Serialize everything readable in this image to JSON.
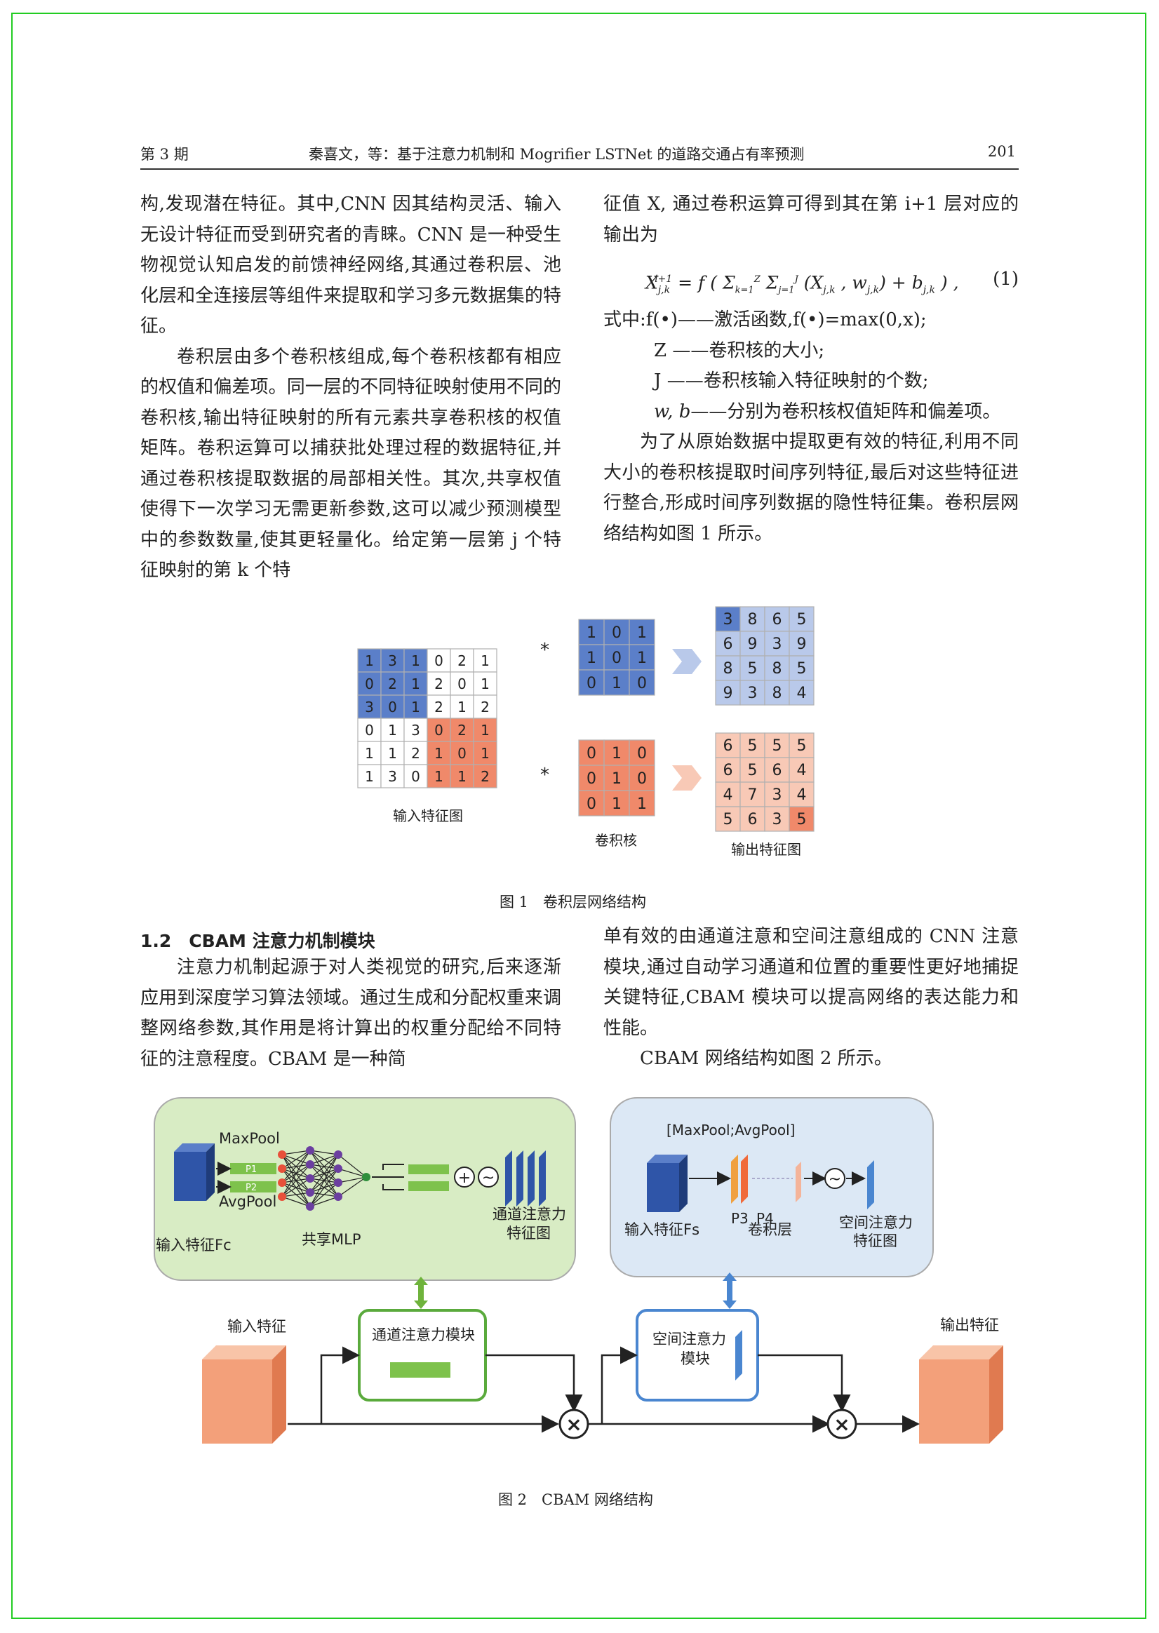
{
  "header": {
    "issue": "第 3 期",
    "title": "秦喜文，等：基于注意力机制和 Mogrifier LSTNet 的道路交通占有率预测",
    "page_number": "201"
  },
  "left_col": {
    "p1": "构,发现潜在特征。其中,CNN 因其结构灵活、输入无设计特征而受到研究者的青睐。CNN 是一种受生物视觉认知启发的前馈神经网络,其通过卷积层、池化层和全连接层等组件来提取和学习多元数据集的特征。",
    "p2": "卷积层由多个卷积核组成,每个卷积核都有相应的权值和偏差项。同一层的不同特征映射使用不同的卷积核,输出特征映射的所有元素共享卷积核的权值矩阵。卷积运算可以捕获批处理过程的数据特征,并通过卷积核提取数据的局部相关性。其次,共享权值使得下一次学习无需更新参数,这可以减少预测模型中的参数数量,使其更轻量化。给定第一层第 j 个特征映射的第 k 个特"
  },
  "right_col": {
    "p1": "征值 X, 通过卷积运算可得到其在第 i+1 层对应的输出为",
    "eq_number": "(1)",
    "where_prefix": "式中:",
    "where_f": "f(•)——激活函数,f(•)=max(0,x);",
    "where_z": "Z ——卷积核的大小;",
    "where_j": "J ——卷积核输入特征映射的个数;",
    "where_w": "——分别为卷积核权值矩阵和偏差项。",
    "p2": "为了从原始数据中提取更有效的特征,利用不同大小的卷积核提取时间序列特征,最后对这些特征进行整合,形成时间序列数据的隐性特征集。卷积层网络结构如图 1 所示。"
  },
  "figure1": {
    "caption": "图 1　卷积层网络结构",
    "input_label": "输入特征图",
    "kernel_label": "卷积核",
    "output_label": "输出特征图",
    "star": "*",
    "input_matrix": [
      [
        1,
        3,
        1,
        0,
        2,
        1
      ],
      [
        0,
        2,
        1,
        2,
        0,
        1
      ],
      [
        3,
        0,
        1,
        2,
        1,
        2
      ],
      [
        0,
        1,
        3,
        0,
        2,
        1
      ],
      [
        1,
        1,
        2,
        1,
        0,
        1
      ],
      [
        1,
        3,
        0,
        1,
        1,
        2
      ]
    ],
    "kernel_blue": [
      [
        1,
        0,
        1
      ],
      [
        1,
        0,
        1
      ],
      [
        0,
        1,
        0
      ]
    ],
    "kernel_orange": [
      [
        0,
        1,
        0
      ],
      [
        0,
        1,
        0
      ],
      [
        0,
        1,
        1
      ]
    ],
    "output_blue": [
      [
        3,
        8,
        6,
        5
      ],
      [
        6,
        9,
        3,
        9
      ],
      [
        8,
        5,
        8,
        5
      ],
      [
        9,
        3,
        8,
        4
      ]
    ],
    "output_orange": [
      [
        6,
        5,
        5,
        5
      ],
      [
        6,
        5,
        6,
        4
      ],
      [
        4,
        7,
        3,
        4
      ],
      [
        5,
        6,
        3,
        5
      ]
    ],
    "colors": {
      "blue": "#5b7fc9",
      "blue_light": "#b9c9ea",
      "orange": "#f0896a",
      "orange_light": "#f8c9b6"
    }
  },
  "section": {
    "heading": "1.2　CBAM 注意力机制模块",
    "left_p": "注意力机制起源于对人类视觉的研究,后来逐渐应用到深度学习算法领域。通过生成和分配权重来调整网络参数,其作用是将计算出的权重分配给不同特征的注意程度。CBAM 是一种简",
    "right_p1": "单有效的由通道注意和空间注意组成的 CNN 注意模块,通过自动学习通道和位置的重要性更好地捕捉关键特征,CBAM 模块可以提高网络的表达能力和性能。",
    "right_p2": "CBAM 网络结构如图 2 所示。"
  },
  "figure2": {
    "caption": "图 2　CBAM 网络结构",
    "maxpool": "MaxPool",
    "avgpool": "AvgPool",
    "p1": "P1",
    "p2": "P2",
    "input_fc": "输入特征Fc",
    "shared_mlp": "共享MLP",
    "channel_map_1": "通道注意力",
    "channel_map_2": "特征图",
    "maxavg": "[MaxPool;AvgPool]",
    "p3": "P3",
    "p4": "P4",
    "input_fs": "输入特征Fs",
    "conv_layer": "卷积层",
    "spatial_map_1": "空间注意力",
    "spatial_map_2": "特征图",
    "input_feature": "输入特征",
    "output_feature": "输出特征",
    "channel_module": "通道注意力模块",
    "spatial_module_1": "空间注意力",
    "spatial_module_2": "模块",
    "plus": "+",
    "tilde": "~",
    "times": "×",
    "colors": {
      "green_bg": "#d8ecc4",
      "blue_bg": "#dce8f5",
      "green_border": "#5aaa3c",
      "blue_border": "#4a86d0",
      "cube": "#f3a07a"
    }
  }
}
